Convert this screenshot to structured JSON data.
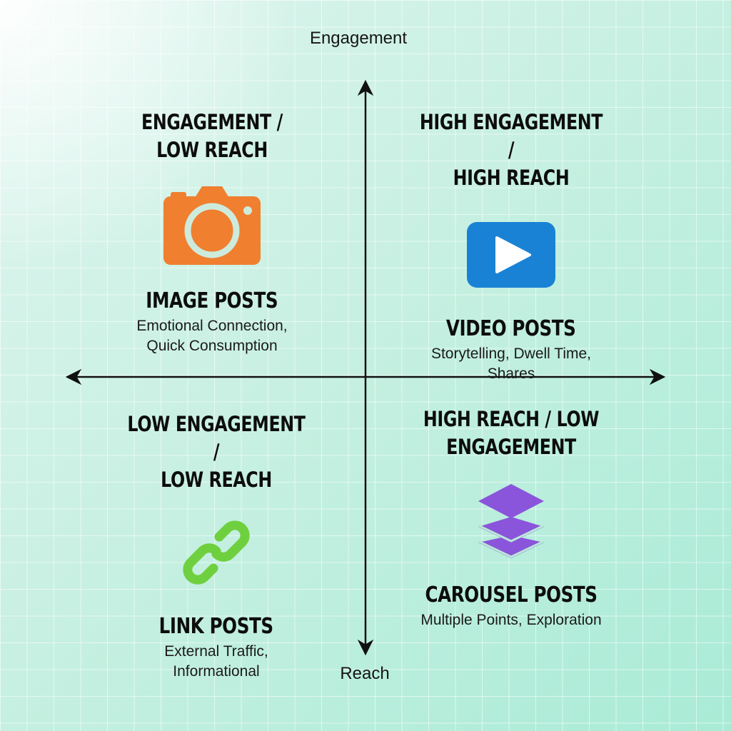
{
  "axes": {
    "y_top_label": "Engagement",
    "x_bottom_label": "Reach"
  },
  "quadrants": [
    {
      "position": "top-left",
      "title": "ENGAGEMENT /\nLOW REACH",
      "icon": "camera-icon",
      "icon_color": "#f07f2f",
      "name": "IMAGE POSTS",
      "description": "Emotional Connection, Quick Consumption"
    },
    {
      "position": "top-right",
      "title": "HIGH ENGAGEMENT /\nHIGH REACH",
      "icon": "video-play-icon",
      "icon_color": "#1a82d4",
      "name": "VIDEO POSTS",
      "description": "Storytelling, Dwell Time, Shares"
    },
    {
      "position": "bottom-left",
      "title": "LOW ENGAGEMENT /\nLOW REACH",
      "icon": "link-icon",
      "icon_color": "#6fd03f",
      "name": "LINK POSTS",
      "description": "External Traffic, Informational"
    },
    {
      "position": "bottom-right",
      "title": "HIGH REACH / LOW\nENGAGEMENT",
      "icon": "layers-icon",
      "icon_color": "#8a55db",
      "name": "CAROUSEL POSTS",
      "description": "Multiple Points, Exploration"
    }
  ]
}
